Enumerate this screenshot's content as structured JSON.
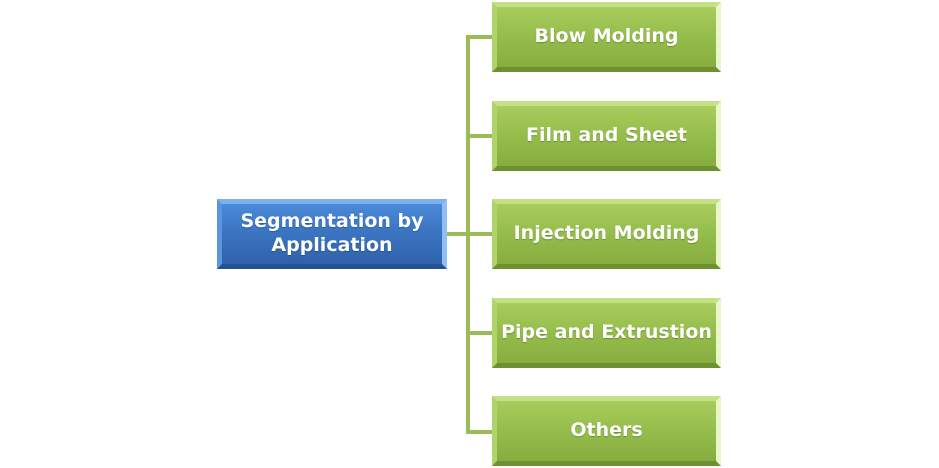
{
  "diagram": {
    "type": "hierarchy",
    "root": {
      "label": "Segmentation by Application"
    },
    "children": [
      {
        "label": "Blow Molding"
      },
      {
        "label": "Film and Sheet"
      },
      {
        "label": "Injection Molding"
      },
      {
        "label": "Pipe and Extrustion"
      },
      {
        "label": "Others"
      }
    ],
    "colors": {
      "root_fill": "#3a73c0",
      "child_fill": "#95bd4b",
      "connector": "#9bbb59",
      "text": "#ffffff"
    }
  }
}
